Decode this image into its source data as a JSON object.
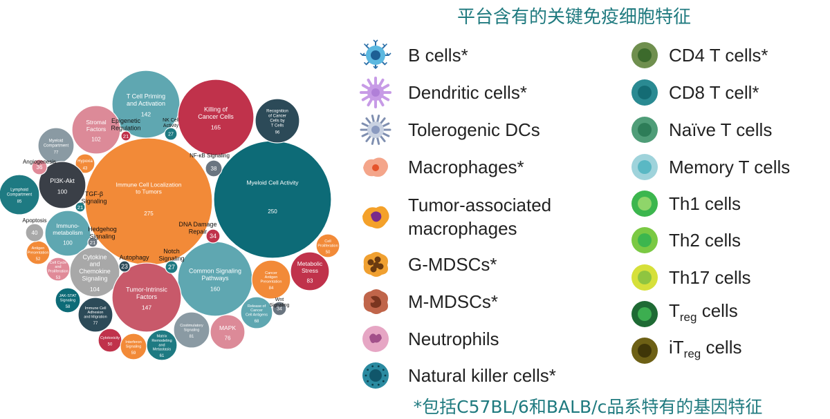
{
  "title": "平台含有的关键免疫细胞特征",
  "footnote": "*包括C57BL/6和BALB/c品系特有的基因特征",
  "bubbles": [
    {
      "id": "immune-cell-localization",
      "name": "Immune Cell Localization to Tumors",
      "value": "275",
      "color": "#f28a38"
    },
    {
      "id": "myeloid-cell-activity",
      "name": "Myeloid Cell Activity",
      "value": "250",
      "color": "#0d6b77"
    },
    {
      "id": "t-cell-priming",
      "name": "T Cell Priming and Activation",
      "value": "142",
      "color": "#5fa7b1"
    },
    {
      "id": "killing-of-cancer-cells",
      "name": "Killing of Cancer Cells",
      "value": "165",
      "color": "#c0324b"
    },
    {
      "id": "recognition-of-cancer-cells",
      "name": "Recognition of Cancer Cells by T Cells",
      "value": "96",
      "color": "#2c4a58"
    },
    {
      "id": "stromal-factors",
      "name": "Stromal Factors",
      "value": "102",
      "color": "#dc8a98"
    },
    {
      "id": "epigenetic-regulation",
      "name": "Epigenetic Regulation",
      "value": "21",
      "color": "#c0324b"
    },
    {
      "id": "nk-cell-activity",
      "name": "NK Cell Activity",
      "value": "27",
      "color": "#1e7a82"
    },
    {
      "id": "myeloid-compartment",
      "name": "Myeloid Compartment",
      "value": "77",
      "color": "#8a9aa3"
    },
    {
      "id": "angiogenesis",
      "name": "Angiogenesis",
      "value": "36",
      "color": "#e08a98"
    },
    {
      "id": "hypoxia",
      "name": "Hypoxia",
      "value": "43",
      "color": "#f28a38"
    },
    {
      "id": "pi3k-akt",
      "name": "PI3K-Akt",
      "value": "100",
      "color": "#3a3f47"
    },
    {
      "id": "tgf-beta",
      "name": "TGF-β Signaling",
      "value": "21",
      "color": "#1e7a82"
    },
    {
      "id": "lymphoid-compartment",
      "name": "Lymphoid Compartment",
      "value": "85",
      "color": "#1e7a82"
    },
    {
      "id": "nfkb-signaling",
      "name": "NF-κB Signaling",
      "value": "38",
      "color": "#6a7580"
    },
    {
      "id": "apoptosis",
      "name": "Apoptosis",
      "value": "40",
      "color": "#a8a8a8"
    },
    {
      "id": "immunometabolism",
      "name": "Immuno-metabolism",
      "value": "100",
      "color": "#5fa7b1"
    },
    {
      "id": "hedgehog-signaling",
      "name": "Hedgehog Signaling",
      "value": "21",
      "color": "#6a7580"
    },
    {
      "id": "dna-damage-repair",
      "name": "DNA Damage Repair",
      "value": "34",
      "color": "#c0324b"
    },
    {
      "id": "antigen-presentation",
      "name": "Antigen Presentation",
      "value": "52",
      "color": "#f28a38"
    },
    {
      "id": "cell-cycle",
      "name": "Cell Cycle and Proliferation",
      "value": "53",
      "color": "#e08a98"
    },
    {
      "id": "cytokine-chemokine",
      "name": "Cytokine and Chemokine Signaling",
      "value": "104",
      "color": "#a8a8a8"
    },
    {
      "id": "autophagy",
      "name": "Autophagy",
      "value": "23",
      "color": "#2c4a58"
    },
    {
      "id": "notch-signaling",
      "name": "Notch Signaling",
      "value": "27",
      "color": "#1e7a82"
    },
    {
      "id": "common-signaling",
      "name": "Common Signaling Pathways",
      "value": "160",
      "color": "#5fa7b1"
    },
    {
      "id": "cell-proliferation",
      "name": "Cell Proliferation",
      "value": "50",
      "color": "#f28a38"
    },
    {
      "id": "metabolic-stress",
      "name": "Metabolic Stress",
      "value": "83",
      "color": "#c0324b"
    },
    {
      "id": "cancer-antigen-presentation",
      "name": "Cancer Antigen Presentation",
      "value": "84",
      "color": "#f28a38"
    },
    {
      "id": "tumor-intrinsic",
      "name": "Tumor-Intrinsic Factors",
      "value": "147",
      "color": "#c8596a"
    },
    {
      "id": "jak-stat",
      "name": "JAK-STAT Signaling",
      "value": "58",
      "color": "#0d6b77"
    },
    {
      "id": "immune-cell-adhesion",
      "name": "Immune Cell Adhesion and Migration",
      "value": "77",
      "color": "#2c4a58"
    },
    {
      "id": "release-of-cancer-cell-antigens",
      "name": "Release of Cancer Cell Antigens",
      "value": "68",
      "color": "#5fa7b1"
    },
    {
      "id": "wnt-signaling",
      "name": "Wnt Signaling",
      "value": "34",
      "color": "#6a7580"
    },
    {
      "id": "costimulatory-signaling",
      "name": "Costimulatory Signaling",
      "value": "81",
      "color": "#8a9aa3"
    },
    {
      "id": "mapk",
      "name": "MAPK",
      "value": "76",
      "color": "#dc8a98"
    },
    {
      "id": "cytotoxicity",
      "name": "Cytotoxicity",
      "value": "50",
      "color": "#c0324b"
    },
    {
      "id": "interferon-signaling",
      "name": "Interferon Signaling",
      "value": "59",
      "color": "#f28a38"
    },
    {
      "id": "matrix-remodeling",
      "name": "Matrix Remodeling and Metastasis",
      "value": "61",
      "color": "#1e7a82"
    }
  ],
  "legend": {
    "left": [
      {
        "id": "b-cells",
        "label": "B cells*",
        "icon": "b-cell-icon",
        "color": "#5bb8e0"
      },
      {
        "id": "dendritic-cells",
        "label": "Dendritic cells*",
        "icon": "dendritic-cell-icon",
        "color": "#c79be6"
      },
      {
        "id": "tolerogenic-dcs",
        "label": "Tolerogenic DCs",
        "icon": "tolerogenic-dc-icon",
        "color": "#9aa7c0"
      },
      {
        "id": "macrophages",
        "label": "Macrophages*",
        "icon": "macrophage-icon",
        "color": "#f4a58a"
      },
      {
        "id": "tam",
        "label": "Tumor-associated macrophages",
        "icon": "tumor-associated-macrophage-icon",
        "color": "#f4a12a"
      },
      {
        "id": "g-mdscs",
        "label": "G-MDSCs*",
        "icon": "g-mdsc-icon",
        "color": "#f0a030"
      },
      {
        "id": "m-mdscs",
        "label": "M-MDSCs*",
        "icon": "m-mdsc-icon",
        "color": "#c0654a"
      },
      {
        "id": "neutrophils",
        "label": "Neutrophils",
        "icon": "neutrophil-icon",
        "color": "#e6a6c4"
      },
      {
        "id": "nk-cells",
        "label": "Natural killer cells*",
        "icon": "nk-cell-icon",
        "color": "#2a8aa0"
      }
    ],
    "right": [
      {
        "id": "cd4",
        "label": "CD4 T cells*",
        "icon": "cd4-t-cell-icon",
        "outer": "#6f8f4e",
        "inner": "#3c6a2c"
      },
      {
        "id": "cd8",
        "label": "CD8 T cell*",
        "icon": "cd8-t-cell-icon",
        "outer": "#2a8a92",
        "inner": "#146c74"
      },
      {
        "id": "naive",
        "label": "Naïve T cells",
        "icon": "naive-t-cell-icon",
        "outer": "#4f9d78",
        "inner": "#2d7d58"
      },
      {
        "id": "memory",
        "label": "Memory T cells",
        "icon": "memory-t-cell-icon",
        "outer": "#9fd3db",
        "inner": "#5ab8c4"
      },
      {
        "id": "th1",
        "label": "Th1 cells",
        "icon": "th1-cell-icon",
        "outer": "#3cb64e",
        "inner": "#8fd56a"
      },
      {
        "id": "th2",
        "label": "Th2 cells",
        "icon": "th2-cell-icon",
        "outer": "#7ac943",
        "inner": "#3cb64e"
      },
      {
        "id": "th17",
        "label": "Th17 cells",
        "icon": "th17-cell-icon",
        "outer": "#d6e03a",
        "inner": "#8fc540"
      },
      {
        "id": "treg",
        "label_main": "T",
        "label_sub": "reg",
        "label_tail": " cells",
        "icon": "treg-cell-icon",
        "outer": "#1e6a34",
        "inner": "#3cae50"
      },
      {
        "id": "itreg",
        "label_main": "iT",
        "label_sub": "reg",
        "label_tail": " cells",
        "icon": "itreg-cell-icon",
        "outer": "#6d6015",
        "inner": "#3f3608"
      }
    ]
  }
}
